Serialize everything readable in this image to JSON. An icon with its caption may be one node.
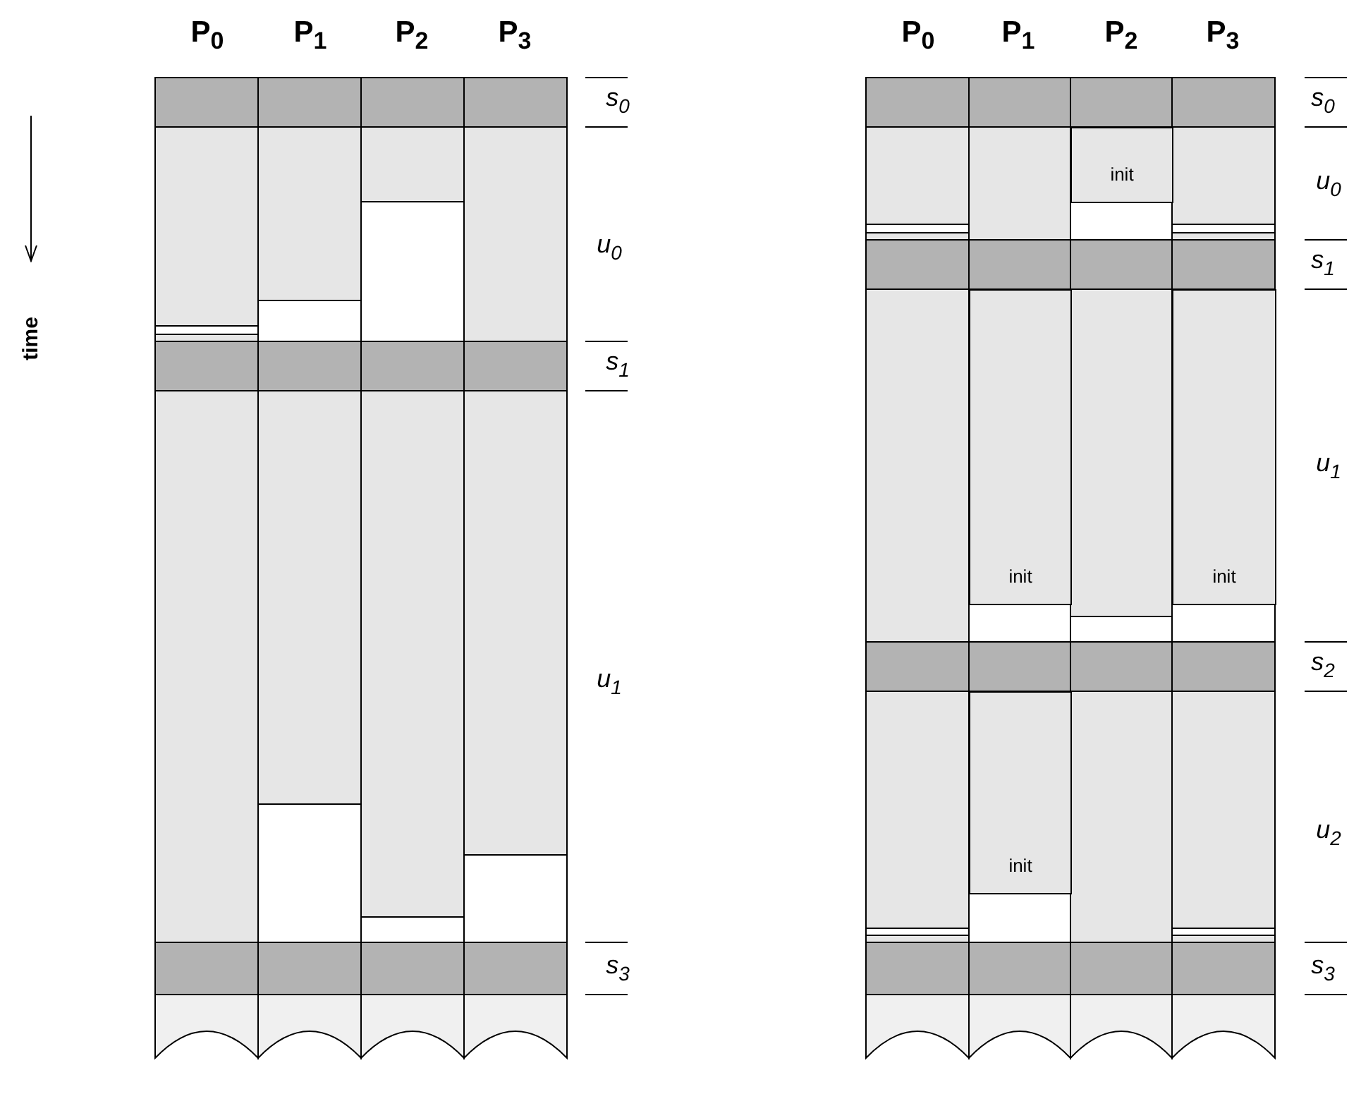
{
  "diagram": {
    "nodes": [
      {
        "text": [
          "init"
        ]
      },
      {
        "text": [
          "init"
        ]
      },
      {
        "text": [
          "init"
        ]
      },
      {
        "text": [
          "init"
        ]
      }
    ],
    "labels": [
      "time",
      "P$_{0}$",
      "P$_{1}$",
      "P$_{2}$",
      "P$_{3}$",
      "P$_{0}$",
      "P$_{1}$",
      "P$_{2}$",
      "P$_{3}$",
      "s$_{0}$",
      "u$_{0}$",
      "s$_{1}$",
      "u$_{1}$",
      "s$_{3}$",
      "s$_{0}$",
      "u$_{0}$",
      "s$_{1}$",
      "u$_{1}$",
      "s$_{2}$",
      "u$_{2}$",
      "s$_{3}$"
    ]
  }
}
